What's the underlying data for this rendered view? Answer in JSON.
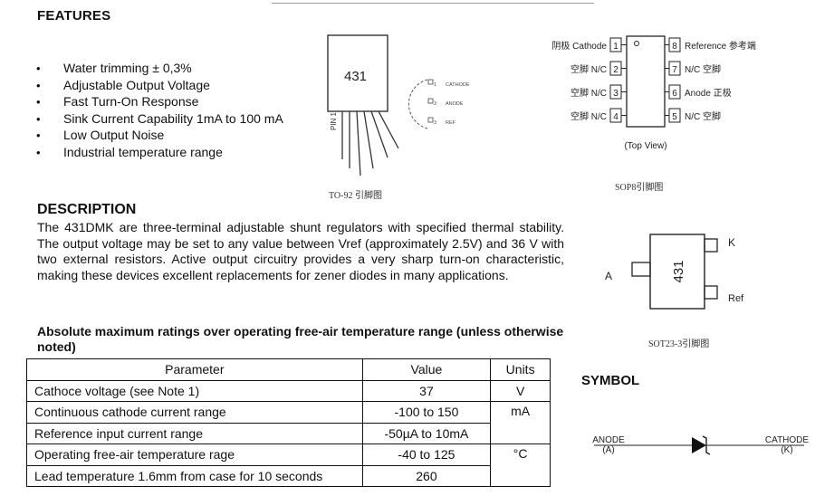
{
  "features": {
    "heading": "FEATURES",
    "items": [
      "Water trimming ± 0,3%",
      "Adjustable Output Voltage",
      "Fast Turn-On Response",
      "Sink Current Capability 1mA to 100 mA",
      "Low Output Noise",
      "Industrial temperature range"
    ],
    "bullet": "•"
  },
  "description": {
    "heading": "DESCRIPTION",
    "text": "The 431DMK are three-terminal adjustable shunt regulators with specified thermal stability. The output voltage may be set to any value between Vref (approximately 2.5V) and 36 V with two external resistors. Active output circuitry provides a very sharp turn-on characteristic, making these devices excellent replacements for zener diodes in many applications."
  },
  "ratings": {
    "heading": "Absolute maximum ratings over operating free-air temperature range (unless otherwise noted)",
    "headers": {
      "parameter": "Parameter",
      "value": "Value",
      "units": "Units"
    },
    "rows": [
      {
        "parameter": "Cathoce voltage (see Note 1)",
        "value": "37",
        "unit": "V"
      },
      {
        "parameter": "Continuous cathode current range",
        "value": "-100 to 150",
        "unit": "mA"
      },
      {
        "parameter": "Reference input current range",
        "value": "-50µA to 10mA",
        "unit": ""
      },
      {
        "parameter": "Operating free-air temperature rage",
        "value": "-40 to 125",
        "unit": "°C"
      },
      {
        "parameter": "Lead temperature 1.6mm from case for 10 seconds",
        "value": "260",
        "unit": ""
      }
    ]
  },
  "to92": {
    "marking": "431",
    "side_label": "PIN 1",
    "caption": "TO-92 引脚图",
    "pins": [
      "CATHODE",
      "ANODE",
      "REF"
    ],
    "pin_numbers": [
      "1",
      "2",
      "3"
    ]
  },
  "sop8": {
    "caption": "SOP8引脚图",
    "view_label": "(Top View)",
    "left_pins": [
      {
        "num": "1",
        "label": "阴极 Cathode"
      },
      {
        "num": "2",
        "label": "空脚 N/C"
      },
      {
        "num": "3",
        "label": "空脚 N/C"
      },
      {
        "num": "4",
        "label": "空脚 N/C"
      }
    ],
    "right_pins": [
      {
        "num": "8",
        "label": "Reference 参考端"
      },
      {
        "num": "7",
        "label": "N/C 空脚"
      },
      {
        "num": "6",
        "label": "Anode 正极"
      },
      {
        "num": "5",
        "label": "N/C 空脚"
      }
    ]
  },
  "sot23": {
    "marking": "431",
    "caption": "SOT23-3引脚图",
    "pins": {
      "k": "K",
      "a": "A",
      "ref": "Ref"
    }
  },
  "symbol": {
    "heading": "SYMBOL",
    "anode_label": "ANODE",
    "anode_short": "(A)",
    "cathode_label": "CATHODE",
    "cathode_short": "(K)"
  }
}
